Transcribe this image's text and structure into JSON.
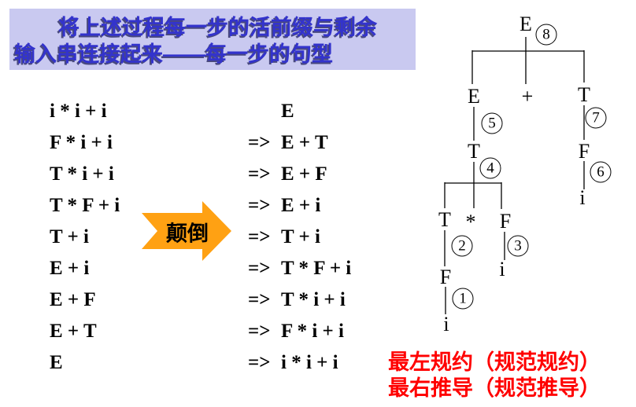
{
  "title": {
    "line1": "将上述过程每一步的活前缀与剩余",
    "line2": "输入串连接起来——每一步的句型"
  },
  "reduction": {
    "rows": [
      "i * i + i",
      "F * i + i",
      "T * i + i",
      "T * F + i",
      "T + i",
      "E + i",
      "E + F",
      "E + T",
      "E"
    ]
  },
  "reverse_arrow": {
    "label": "颠倒"
  },
  "derivation": {
    "rows": [
      {
        "arrow": "",
        "text": "E"
      },
      {
        "arrow": "=>",
        "text": "E + T"
      },
      {
        "arrow": "=>",
        "text": "E + F"
      },
      {
        "arrow": "=>",
        "text": "E + i"
      },
      {
        "arrow": "=>",
        "text": "T + i"
      },
      {
        "arrow": "=>",
        "text": "T * F + i"
      },
      {
        "arrow": "=>",
        "text": "T * i + i"
      },
      {
        "arrow": "=>",
        "text": "F * i + i"
      },
      {
        "arrow": "=>",
        "text": "i * i + i"
      }
    ]
  },
  "tree": {
    "nodes": [
      {
        "label": "E",
        "num": "8"
      },
      {
        "label": "E",
        "num": "5"
      },
      {
        "label": "+",
        "num": ""
      },
      {
        "label": "T",
        "num": "7"
      },
      {
        "label": "T",
        "num": "4"
      },
      {
        "label": "F",
        "num": "6"
      },
      {
        "label": "i",
        "num": ""
      },
      {
        "label": "T",
        "num": "2"
      },
      {
        "label": "*",
        "num": ""
      },
      {
        "label": "F",
        "num": "3"
      },
      {
        "label": "i",
        "num": ""
      },
      {
        "label": "F",
        "num": "1"
      },
      {
        "label": "i",
        "num": ""
      }
    ]
  },
  "footer": {
    "line1": "最左规约（规范规约）",
    "line2": "最右推导（规范推导）"
  },
  "colors": {
    "title_bg": "#c9c9f0",
    "title_text": "#3333cc",
    "accent_orange": "#ffa113",
    "footer_red": "#ff0000"
  }
}
